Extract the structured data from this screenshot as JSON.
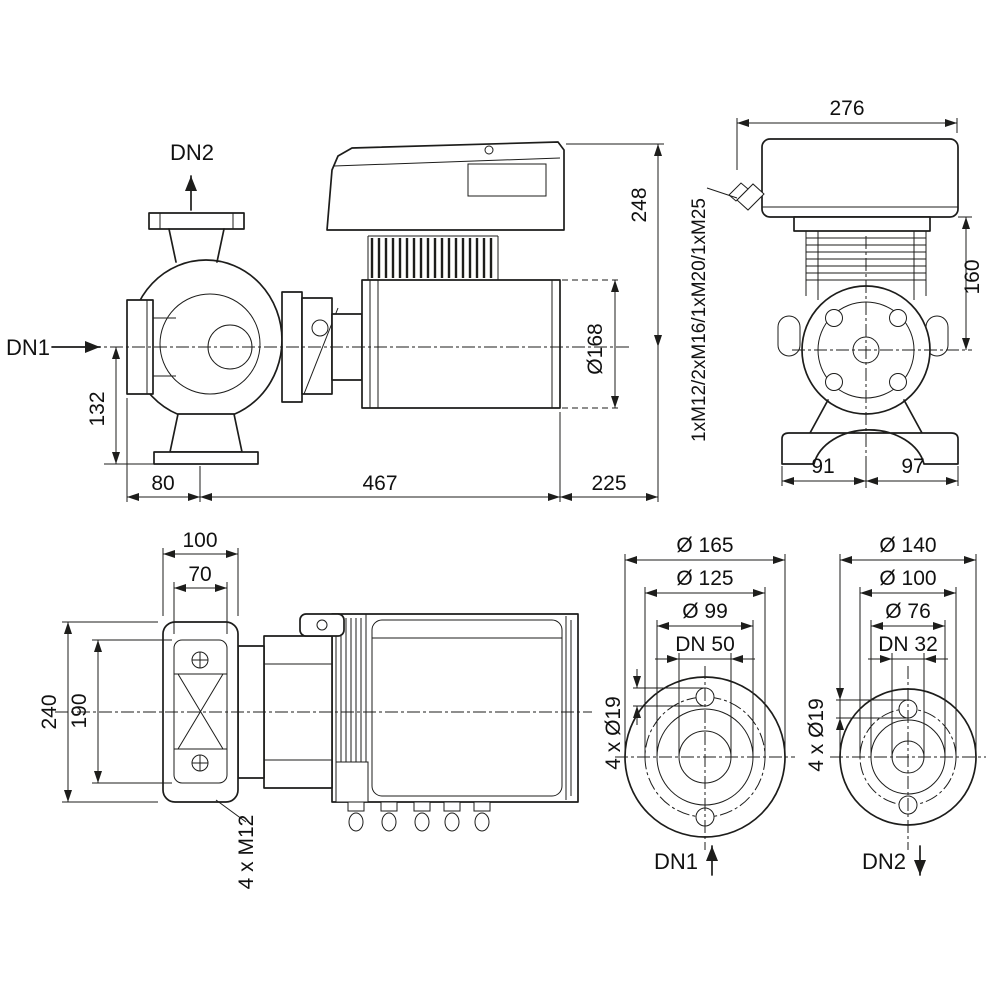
{
  "palette": {
    "ink": "#1d1d1b",
    "paper": "#ffffff"
  },
  "side_view": {
    "labels": {
      "outlet": "DN2",
      "inlet": "DN1"
    },
    "dims": {
      "base_height": "132",
      "inlet_to_axis": "80",
      "axis_to_motor_end": "467",
      "motor_end_to_module_end": "225",
      "axis_to_top": "248",
      "motor_diameter": "Ø168"
    }
  },
  "front_view": {
    "dims": {
      "overall_width": "276",
      "module_height": "160",
      "base_left": "91",
      "base_right": "97"
    },
    "cable_glands": "1xM12/2xM16/1xM20/1xM25"
  },
  "top_view": {
    "dims": {
      "flange_width": "100",
      "flange_face_width": "70",
      "flange_length": "240",
      "flange_face_length": "190"
    },
    "bolt_label": "4 x M12"
  },
  "flange_dn1": {
    "outer_diameter": "Ø 165",
    "bolt_circle": "Ø 125",
    "face_diameter": "Ø 99",
    "nominal": "DN 50",
    "hole_label": "4 x Ø19",
    "port": "DN1"
  },
  "flange_dn2": {
    "outer_diameter": "Ø 140",
    "bolt_circle": "Ø 100",
    "face_diameter": "Ø 76",
    "nominal": "DN 32",
    "hole_label": "4 x Ø19",
    "port": "DN2"
  }
}
